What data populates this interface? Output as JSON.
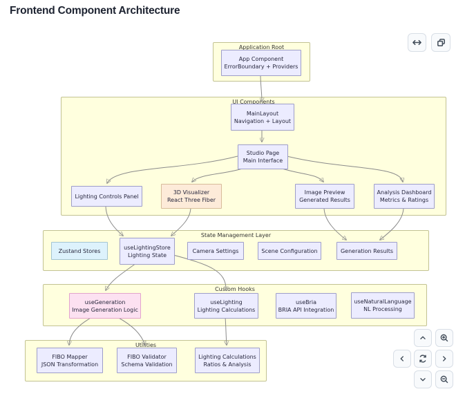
{
  "page": {
    "title": "Frontend Component Architecture"
  },
  "toolbar": {
    "fit_width_icon": "fit-width-icon",
    "copy_icon": "copy-icon"
  },
  "pan_zoom_controls": {
    "up": "chevron-up-icon",
    "down": "chevron-down-icon",
    "left": "chevron-left-icon",
    "right": "chevron-right-icon",
    "zoom_in": "zoom-in-icon",
    "zoom_out": "zoom-out-icon",
    "reset": "reset-view-icon"
  },
  "diagram": {
    "groups": {
      "application_root": {
        "label": "Application Root"
      },
      "ui_components": {
        "label": "UI Components"
      },
      "state_management": {
        "label": "State Management Layer"
      },
      "custom_hooks": {
        "label": "Custom Hooks"
      },
      "utilities": {
        "label": "Utilities"
      }
    },
    "nodes": {
      "app": {
        "line1": "App Component",
        "line2": "ErrorBoundary + Providers"
      },
      "main_layout": {
        "line1": "MainLayout",
        "line2": "Navigation + Layout"
      },
      "studio_page": {
        "line1": "Studio Page",
        "line2": "Main Interface"
      },
      "lighting_controls": {
        "line1": "Lighting Controls Panel"
      },
      "visualizer": {
        "line1": "3D Visualizer",
        "line2": "React Three Fiber"
      },
      "image_preview": {
        "line1": "Image Preview",
        "line2": "Generated Results"
      },
      "analysis_dashboard": {
        "line1": "Analysis Dashboard",
        "line2": "Metrics & Ratings"
      },
      "zustand": {
        "line1": "Zustand Stores"
      },
      "use_lighting_store": {
        "line1": "useLightingStore",
        "line2": "Lighting State"
      },
      "camera_settings": {
        "line1": "Camera Settings"
      },
      "scene_config": {
        "line1": "Scene Configuration"
      },
      "generation_results": {
        "line1": "Generation Results"
      },
      "use_generation": {
        "line1": "useGeneration",
        "line2": "Image Generation Logic"
      },
      "use_lighting": {
        "line1": "useLighting",
        "line2": "Lighting Calculations"
      },
      "use_bria": {
        "line1": "useBria",
        "line2": "BRIA API Integration"
      },
      "use_natural_language": {
        "line1": "useNaturalLanguage",
        "line2": "NL Processing"
      },
      "fibo_mapper": {
        "line1": "FIBO Mapper",
        "line2": "JSON Transformation"
      },
      "fibo_validator": {
        "line1": "FIBO Validator",
        "line2": "Schema Validation"
      },
      "lighting_calculations": {
        "line1": "Lighting Calculations",
        "line2": "Ratios & Analysis"
      }
    },
    "edges": [
      {
        "from": "app",
        "to": "main_layout"
      },
      {
        "from": "main_layout",
        "to": "studio_page"
      },
      {
        "from": "studio_page",
        "to": "lighting_controls"
      },
      {
        "from": "studio_page",
        "to": "visualizer"
      },
      {
        "from": "studio_page",
        "to": "image_preview"
      },
      {
        "from": "studio_page",
        "to": "analysis_dashboard"
      },
      {
        "from": "lighting_controls",
        "to": "use_lighting_store"
      },
      {
        "from": "visualizer",
        "to": "use_lighting_store"
      },
      {
        "from": "image_preview",
        "to": "generation_results"
      },
      {
        "from": "analysis_dashboard",
        "to": "generation_results"
      },
      {
        "from": "use_lighting_store",
        "to": "use_generation"
      },
      {
        "from": "use_lighting_store",
        "to": "use_lighting"
      },
      {
        "from": "use_generation",
        "to": "fibo_mapper"
      },
      {
        "from": "use_generation",
        "to": "fibo_validator"
      },
      {
        "from": "use_lighting",
        "to": "lighting_calculations"
      }
    ],
    "colors": {
      "group_fill": "#ffffde",
      "group_border": "#c2c292",
      "node_fill": "#ececff",
      "node_border": "#9d9dc8",
      "peach_fill": "#fdebd9",
      "blue_fill": "#ddf2fc",
      "pink_fill": "#fce1f1",
      "edge": "#8a8a8a",
      "arrowhead": "#333333"
    }
  }
}
